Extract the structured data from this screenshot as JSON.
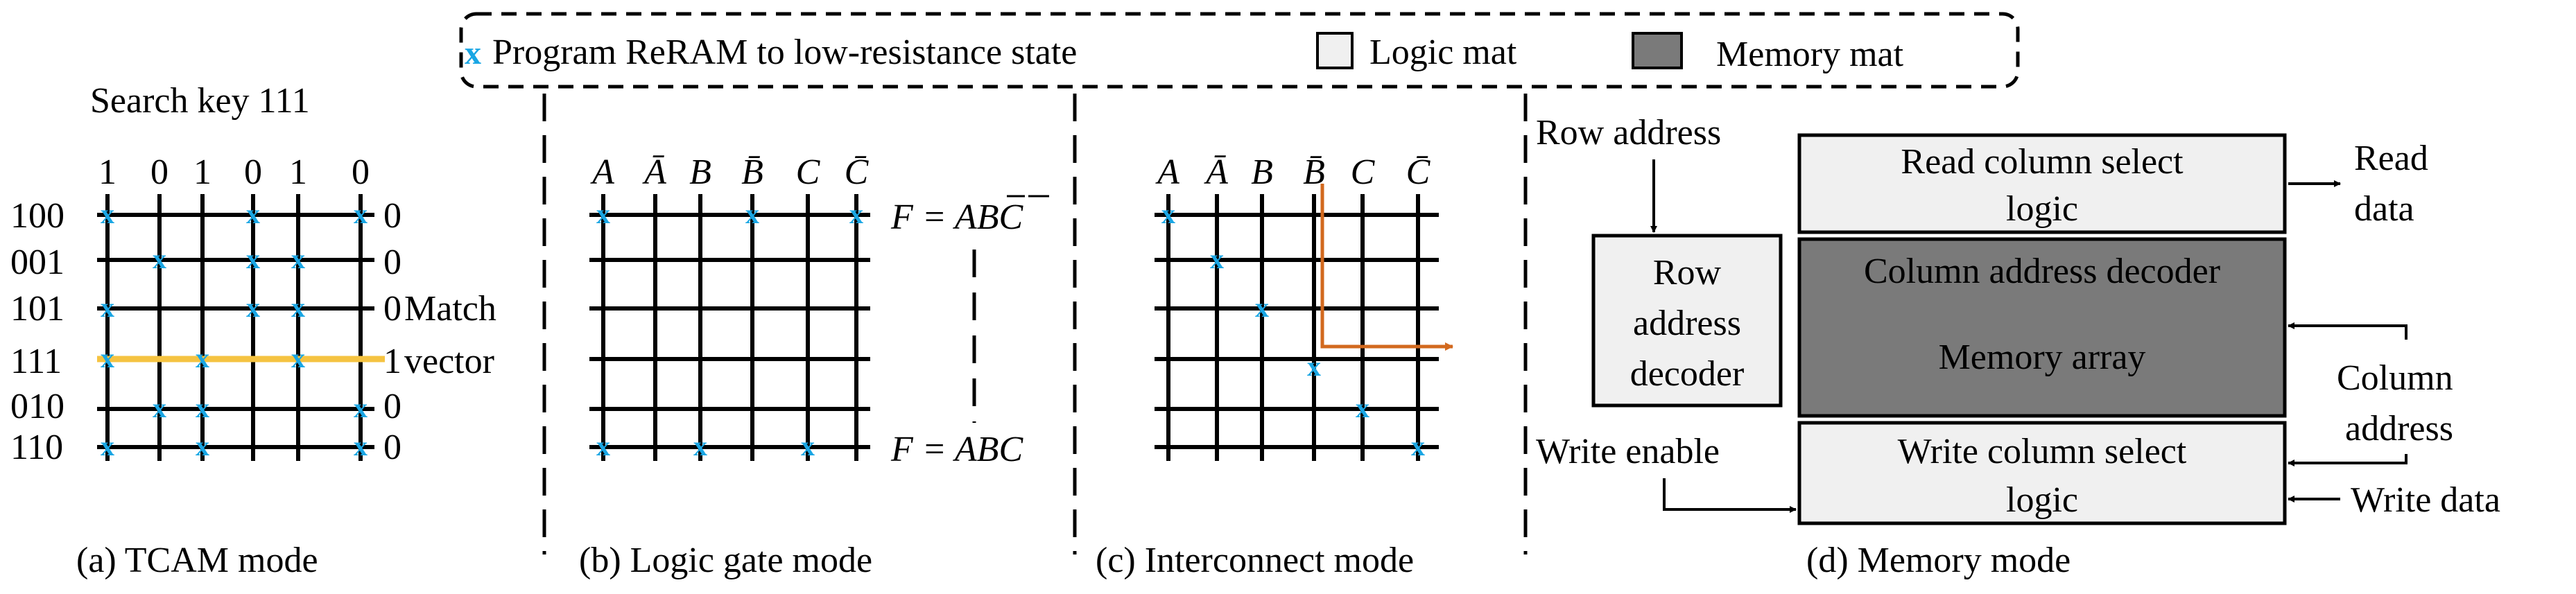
{
  "legend": {
    "x_label": "Program ReRAM to low-resistance state",
    "logic_label": "Logic mat",
    "memory_label": "Memory mat"
  },
  "colors": {
    "marker": "#1aa6e4",
    "highlight": "#f5c341",
    "route": "#d2691e",
    "logic_fill": "#f0f0f0",
    "memory_fill": "#7a7a7a"
  },
  "tcam": {
    "title": "Search key 111",
    "col_labels": [
      "1",
      "0",
      "1",
      "0",
      "1",
      "0"
    ],
    "row_labels": [
      "100",
      "001",
      "101",
      "111",
      "010",
      "110"
    ],
    "outputs": [
      "0",
      "0",
      "0",
      "1",
      "0",
      "0"
    ],
    "match_label_1": "Match",
    "match_label_2": "vector",
    "caption": "(a) TCAM mode"
  },
  "logic": {
    "col_labels": [
      "A",
      "Ā",
      "B",
      "B̄",
      "C",
      "C̄"
    ],
    "eq1_prefix": "F = A",
    "eq1_b": "B",
    "eq1_c": "C",
    "eq2": "F = ABC",
    "caption": "(b) Logic gate mode"
  },
  "interconnect": {
    "col_labels": [
      "A",
      "Ā",
      "B",
      "B̄",
      "C",
      "C̄"
    ],
    "caption": "(c) Interconnect mode"
  },
  "memory": {
    "row_address": "Row address",
    "read_block_1": "Read column select",
    "read_block_2": "logic",
    "read_data_1": "Read",
    "read_data_2": "data",
    "decoder_1": "Row",
    "decoder_2": "address",
    "decoder_3": "decoder",
    "col_decoder": "Column address decoder",
    "array": "Memory array",
    "column_address_1": "Column",
    "column_address_2": "address",
    "write_enable": "Write enable",
    "write_block_1": "Write column select",
    "write_block_2": "logic",
    "write_data": "Write data",
    "caption": "(d) Memory mode"
  }
}
